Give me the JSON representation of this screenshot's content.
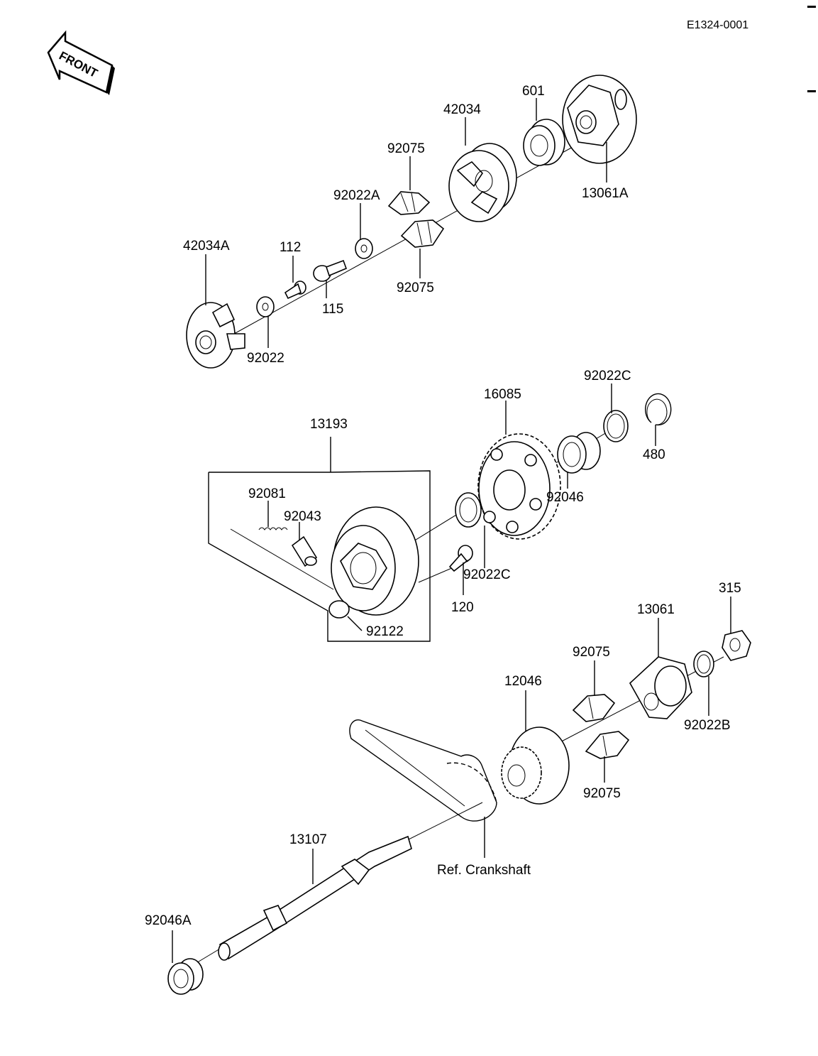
{
  "diagram_code": "E1324-0001",
  "front_label": "FRONT",
  "labels": {
    "p601": "601",
    "p42034": "42034",
    "p13061A": "13061A",
    "p92075_top": "92075",
    "p92022A": "92022A",
    "p92075_mid": "92075",
    "p42034A": "42034A",
    "p112": "112",
    "p115": "115",
    "p92022": "92022",
    "p92022C_top": "92022C",
    "p16085": "16085",
    "p480": "480",
    "p13193": "13193",
    "p92046": "92046",
    "p92081": "92081",
    "p92043": "92043",
    "p92022C_mid": "92022C",
    "p120": "120",
    "p92122": "92122",
    "p315": "315",
    "p13061": "13061",
    "p92075_low1": "92075",
    "p12046": "12046",
    "p92022B": "92022B",
    "p92075_low2": "92075",
    "p13107": "13107",
    "ref_crankshaft": "Ref. Crankshaft",
    "p92046A": "92046A"
  }
}
